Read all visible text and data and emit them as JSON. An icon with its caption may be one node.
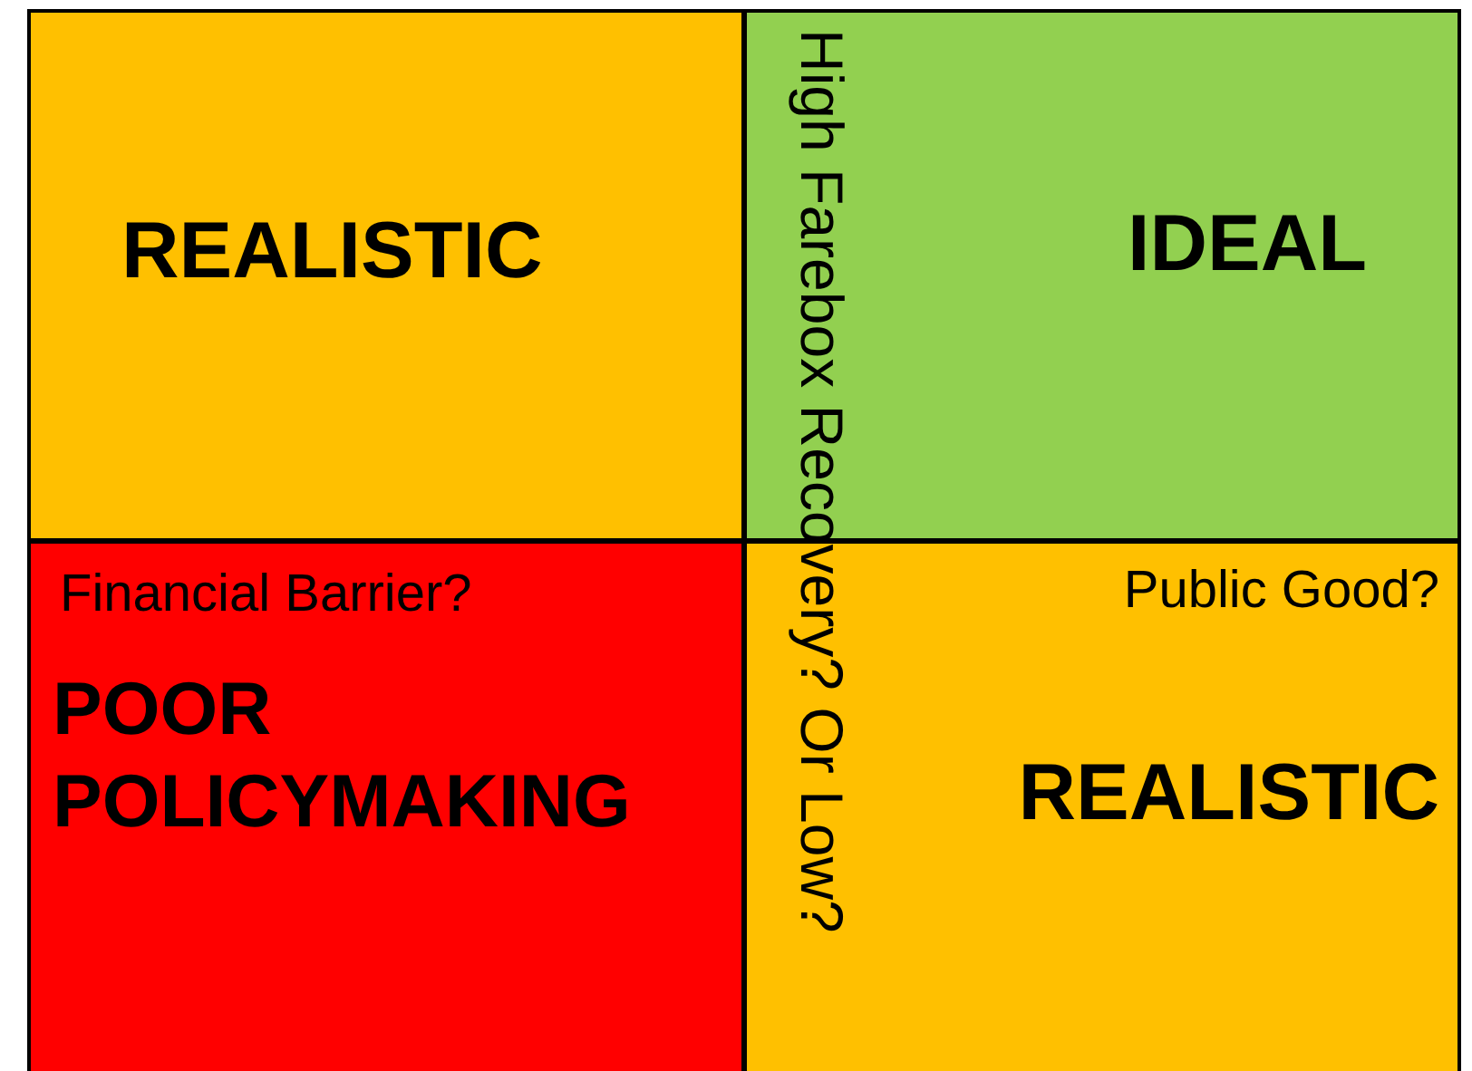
{
  "diagram": {
    "nodes": [
      {
        "text": [
          "REALISTIC"
        ]
      },
      {
        "text": [
          "IDEAL"
        ]
      },
      {
        "text": [
          "Financial Barrier?",
          "POOR POLICYMAKING"
        ]
      },
      {
        "text": [
          "Public Good?",
          "REALISTIC"
        ]
      }
    ],
    "labels": [
      "High Farebox Recovery? Or Low?"
    ]
  }
}
